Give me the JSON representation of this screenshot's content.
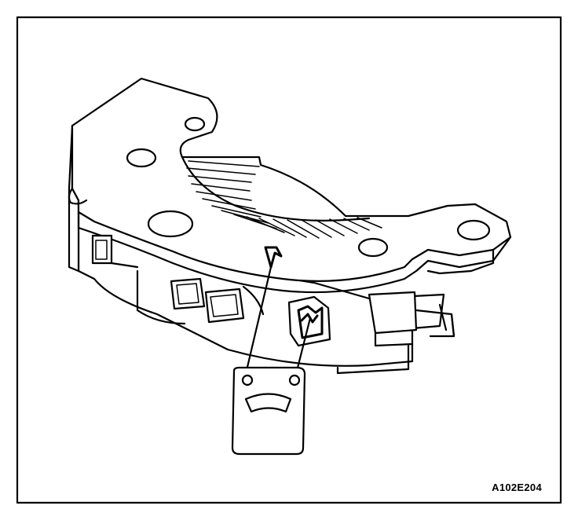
{
  "figure": {
    "reference_code": "A102E204",
    "ink_color": "#000000",
    "paper_color": "#ffffff"
  },
  "components": {
    "rectifier_bridge": "rectifier-bridge",
    "ohmmeter": "ohmmeter",
    "test_leads": "test-leads",
    "diode_terminal": "diode-terminal",
    "connector_terminal": "connector-terminal"
  }
}
